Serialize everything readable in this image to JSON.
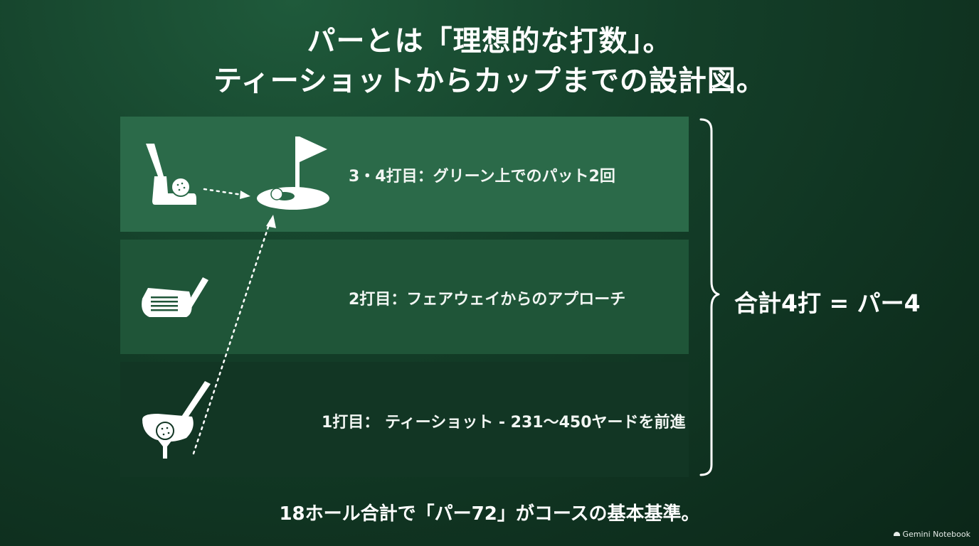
{
  "title": {
    "line1": "パーとは「理想的な打数」。",
    "line2": "ティーショットからカップまでの設計図。"
  },
  "stages": [
    {
      "label": "3・4打目：グリーン上でのパット2回"
    },
    {
      "label": "2打目：フェアウェイからのアプローチ"
    },
    {
      "label": "1打目： ティーショット - 231〜450ヤードを前進"
    }
  ],
  "total": "合計4打 = パー4",
  "footer": "18ホール合計で「パー72」がコースの基本基準。",
  "brand": "Gemini Notebook",
  "icons": [
    "putter-icon",
    "flag-hole-icon",
    "iron-icon",
    "driver-icon"
  ],
  "colors": {
    "band_top": "#2b6a49",
    "band_middle": "#1f5538",
    "band_bottom": "#123624",
    "text": "#ffffff"
  }
}
